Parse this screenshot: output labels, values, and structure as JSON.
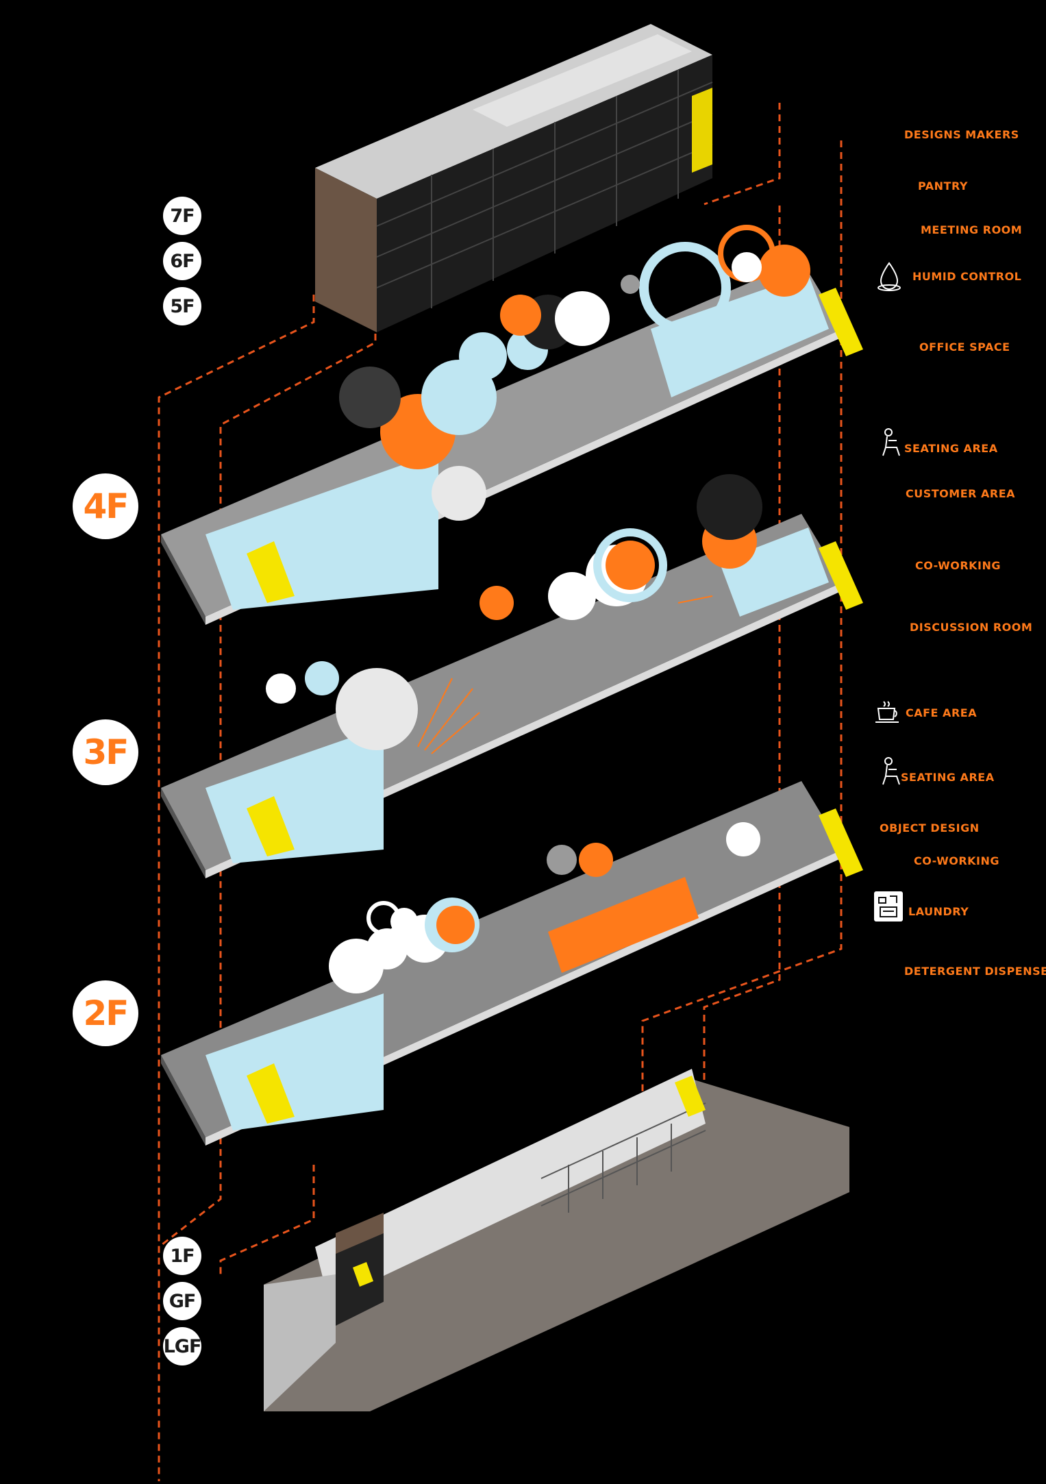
{
  "floors_top": [
    "7F",
    "6F",
    "5F"
  ],
  "floors_main": [
    "4F",
    "3F",
    "2F"
  ],
  "floors_bottom": [
    "1F",
    "GF",
    "LGF"
  ],
  "legend": [
    {
      "label": "DESIGNS MAKERS",
      "icon": ""
    },
    {
      "label": "PANTRY",
      "icon": ""
    },
    {
      "label": "MEETING ROOM",
      "icon": ""
    },
    {
      "label": "HUMID CONTROL",
      "icon": "water-drop-icon"
    },
    {
      "label": "OFFICE SPACE",
      "icon": ""
    },
    {
      "label": "SEATING AREA",
      "icon": "seated-person-icon"
    },
    {
      "label": "CUSTOMER AREA",
      "icon": ""
    },
    {
      "label": "CO-WORKING",
      "icon": ""
    },
    {
      "label": "DISCUSSION ROOM",
      "icon": ""
    },
    {
      "label": "CAFE AREA",
      "icon": "coffee-cup-icon"
    },
    {
      "label": "SEATING AREA",
      "icon": "seated-person-icon"
    },
    {
      "label": "OBJECT DESIGN",
      "icon": ""
    },
    {
      "label": "CO-WORKING",
      "icon": ""
    },
    {
      "label": "LAUNDRY",
      "icon": "laundry-icon"
    },
    {
      "label": "DETERGENT DISPENSER",
      "icon": ""
    }
  ],
  "colors": {
    "background": "#000000",
    "accent_orange": "#ff7a1a",
    "dash_orange": "#e8541c",
    "light_blue": "#bfe6f2",
    "wall_gray": "#8a8a8a",
    "stair_yellow": "#f5e400"
  }
}
